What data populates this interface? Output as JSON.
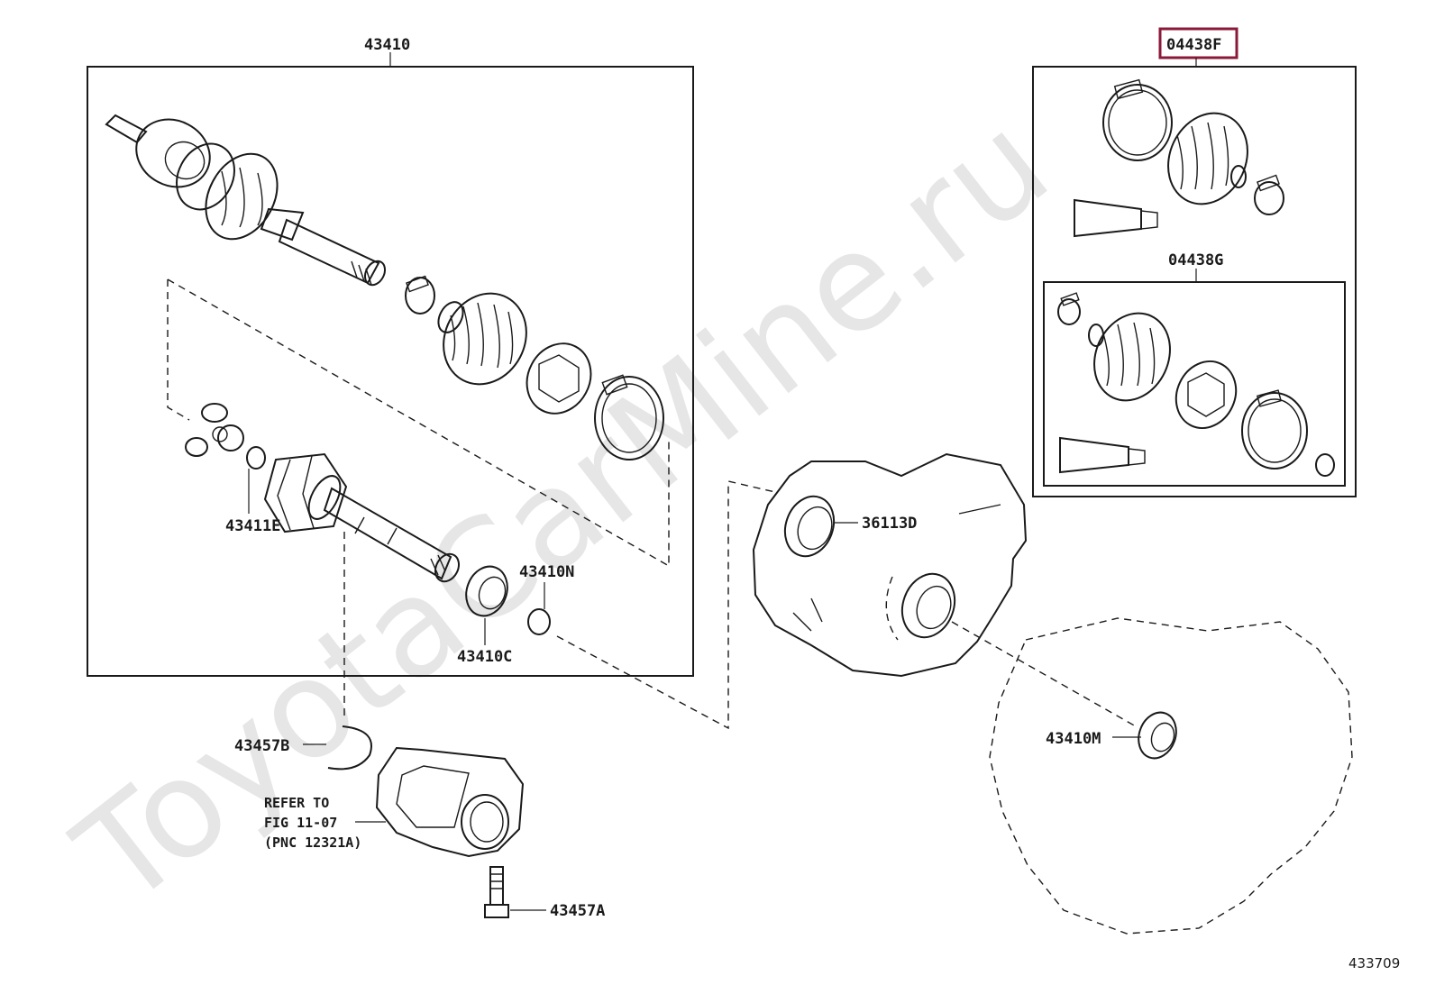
{
  "watermark": "ToyotaCarMine.ru",
  "figure_number": "433709",
  "highlight_color": "#8b1a3a",
  "labels": {
    "drive_shaft_assy": "43410",
    "boot_kit_outboard": "04438F",
    "boot_kit_inboard": "04438G",
    "snap_ring_e": "43411E",
    "oil_seal_d": "36113D",
    "snap_ring_n": "43410N",
    "bearing_c": "43410C",
    "dust_seal_m": "43410M",
    "hole_snap_ring_b": "43457B",
    "bolt_a": "43457A"
  },
  "reference_note": {
    "line1": "REFER TO",
    "line2": "FIG 11-07",
    "line3": "(PNC 12321A)"
  }
}
